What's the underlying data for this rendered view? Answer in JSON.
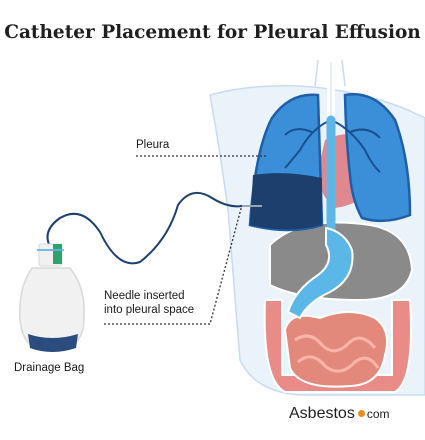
{
  "title": "Catheter Placement for Pleural Effusion",
  "labels": {
    "pleura": "Pleura",
    "needle_line1": "Needle inserted",
    "needle_line2": "into pleural space",
    "drainage_bag": "Drainage Bag"
  },
  "logo": {
    "main": "Asbestos",
    "suffix": "com"
  },
  "colors": {
    "lung": "#3b8fd9",
    "lung_outline": "#1e5fa8",
    "fluid": "#1c3f6e",
    "heart": "#e0888f",
    "stomach": "#5bb7e8",
    "liver": "#8a8a8a",
    "intestine": "#e3897b",
    "colon": "#e98c87",
    "bag_body": "#f1f1f1",
    "bag_base": "#2b4c7e",
    "tube": "#1c3f6e",
    "logo_dot": "#f08a1c"
  }
}
